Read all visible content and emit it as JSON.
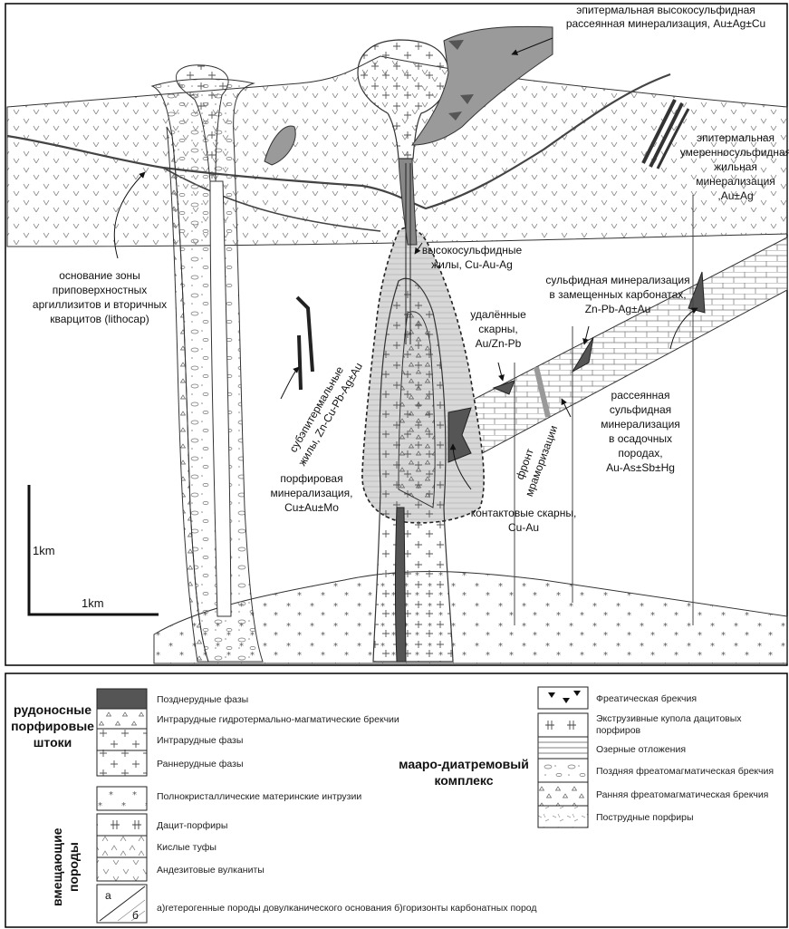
{
  "section": {
    "labels": {
      "epithermal_hs": [
        "эпитермальная высокосульфидная",
        "рассеянная минерализация, Au±Ag±Cu"
      ],
      "epithermal_is": [
        "эпитермальная",
        "умеренносульфидная",
        "жильная",
        "минерализация",
        ",Au±Ag"
      ],
      "lithocap": [
        "основание зоны",
        "приповерхностных",
        "аргиллизитов и вторичных",
        "кварцитов (lithocap)"
      ],
      "hs_veins": [
        "высокосульфидные",
        "жилы, Cu-Au-Ag"
      ],
      "carbonate_replacement": [
        "сульфидная минерализация",
        "в замещенных карбонатах,",
        "Zn-Pb-Ag±Au"
      ],
      "distal_skarns": [
        "удалённые",
        "скарны,",
        "Au/Zn-Pb"
      ],
      "subepithermal": [
        "субэпитермальные",
        "жилы, Zn-Cu-Pb-Ag±Au"
      ],
      "sediment_hosted": [
        "рассеянная",
        "сульфидная",
        "минерализация",
        "в осадочных",
        "породах,",
        "Au-As±Sb±Hg"
      ],
      "marble_front": [
        "фронт",
        "мраморизации"
      ],
      "porphyry": [
        "порфировая",
        "минерализация,",
        "Cu±Au±Mo"
      ],
      "contact_skarns": [
        "контактовые скарны,",
        "Cu-Au"
      ]
    },
    "scale": {
      "vertical": "1km",
      "horizontal": "1km"
    }
  },
  "legend": {
    "group_porphyry": [
      "рудоносные",
      "порфировые",
      "штоки"
    ],
    "group_host": [
      "вмещающие",
      "породы"
    ],
    "group_maar": [
      "мааро-диатремовый",
      "комплекс"
    ],
    "left_items": [
      "Позднерудные фазы",
      "Интрарудные гидротермально-магматические брекчии",
      "Интрарудные фазы",
      "Раннерудные фазы",
      "Полнокристаллические материнские интрузии",
      "Дацит-порфиры",
      "Кислые туфы",
      "Андезитовые вулканиты",
      "а)гетерогенные породы довулканического основания б)горизонты карбонатных пород"
    ],
    "box_letters": [
      "а",
      "б"
    ],
    "right_items": [
      "Фреатическая брекчия",
      "Экструзивные купола дацитовых",
      "порфиров",
      "Озерные отложения",
      "Поздняя фреатомагматическая брекчия",
      "Ранняя фреатомагматическая брекчия",
      "Пострудные порфиры"
    ]
  },
  "colors": {
    "late_mineral": "#555555",
    "breccia_zone": "#d8d8d8",
    "lithocap": "#9a9a9a",
    "line": "#222222"
  }
}
